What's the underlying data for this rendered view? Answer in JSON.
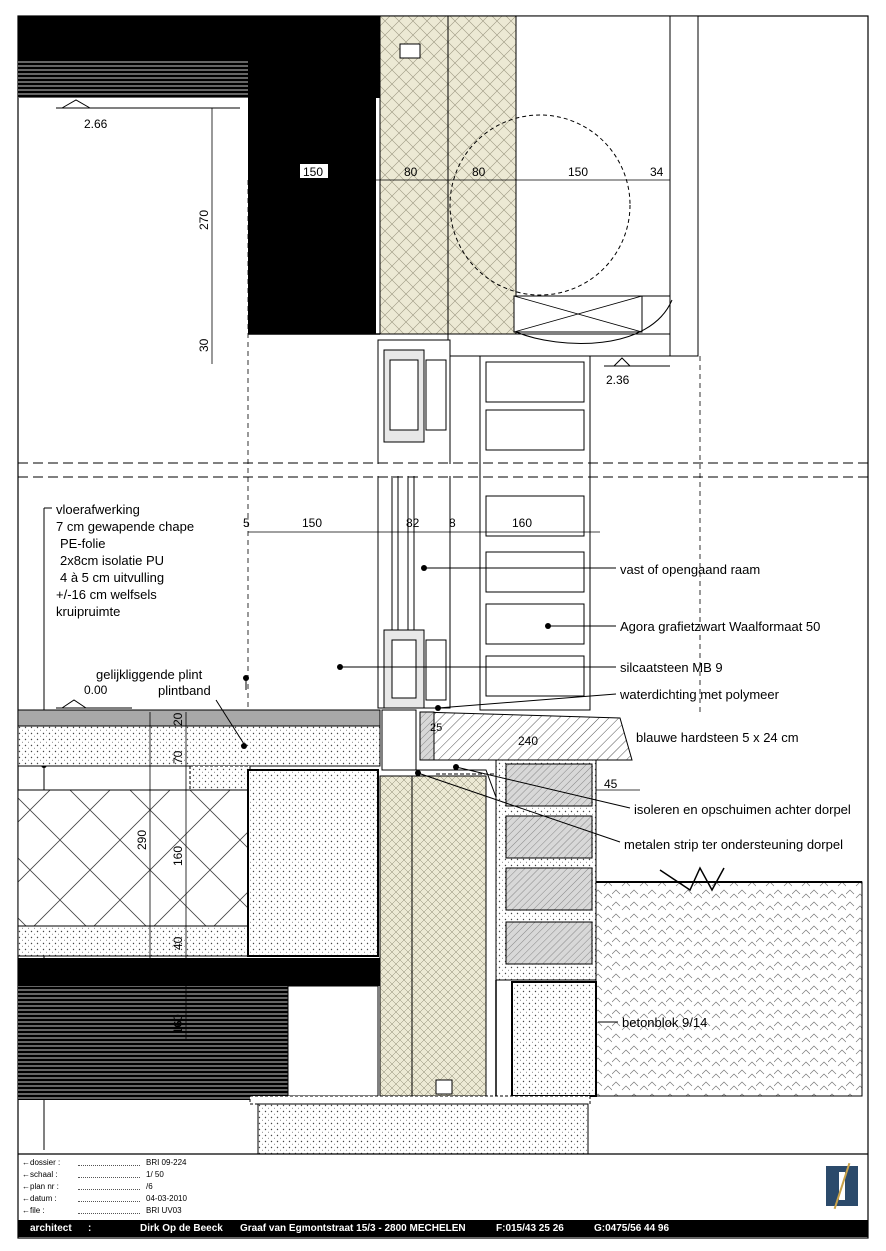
{
  "levels": {
    "top": "2.66",
    "sill": "2.36",
    "floor": "0.00"
  },
  "dimensions": {
    "top_row": [
      "150",
      "80",
      "80",
      "150",
      "34"
    ],
    "mid_row": [
      "5",
      "150",
      "82",
      "8",
      "160"
    ],
    "left_vertical": [
      "270",
      "30"
    ],
    "floor_vertical": [
      "20",
      "70",
      "290",
      "160",
      "40",
      "160"
    ],
    "sill_small": [
      "25",
      "240",
      "45"
    ]
  },
  "floor_layers": [
    "vloerafwerking",
    "7 cm gewapende chape",
    "PE-folie",
    "2x8cm isolatie PU",
    "4 à 5 cm uitvulling",
    "+/-16 cm welfsels",
    "kruipruimte"
  ],
  "annotations": {
    "plint": "gelijkliggende plint",
    "plintband": "plintband",
    "window": "vast of opengaand raam",
    "brick": "Agora grafietzwart Waalformaat 50",
    "silcaat": "silcaatsteen MB 9",
    "waterproofing": "waterdichting met polymeer",
    "sill_stone": "blauwe hardsteen 5 x 24 cm",
    "insulate": "isoleren en opschuimen achter dorpel",
    "metal_strip": "metalen strip ter ondersteuning dorpel",
    "block": "betonblok 9/14"
  },
  "title_block": {
    "rows": [
      {
        "key": "dossier :",
        "value": "BRI 09-224"
      },
      {
        "key": "schaal :",
        "value": "1/ 50"
      },
      {
        "key": "plan nr :",
        "value": "/6"
      },
      {
        "key": "datum :",
        "value": "04-03-2010"
      },
      {
        "key": "file :",
        "value": "BRI UV03"
      }
    ],
    "architect_label": "architect",
    "architect_colon": ":",
    "architect_name": "Dirk Op de Beeck",
    "address": "Graaf van Egmontstraat 15/3  -  2800 MECHELEN",
    "fax": "F:015/43 25 26",
    "gsm": "G:0475/56 44 96"
  }
}
